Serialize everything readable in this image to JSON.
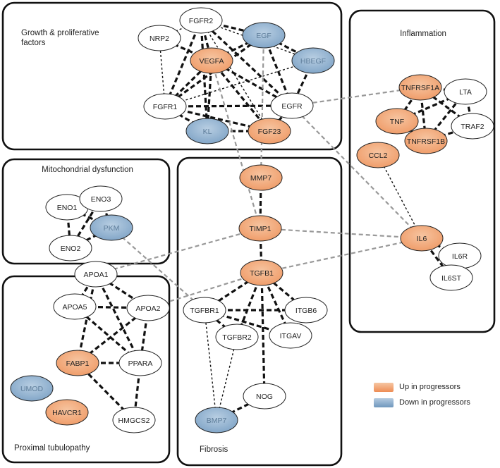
{
  "colors": {
    "up_fill": "#ef9a66",
    "down_fill": "#7ea3c6",
    "neutral_fill": "#ffffff",
    "solid_edge": "#111111",
    "cross_edge": "#999999"
  },
  "groups": [
    {
      "id": "growth",
      "title": [
        "Growth & proliferative",
        "factors"
      ]
    },
    {
      "id": "inflammation",
      "title": [
        "Inflammation"
      ]
    },
    {
      "id": "mito",
      "title": [
        "Mitochondrial dysfunction"
      ]
    },
    {
      "id": "fibrosis",
      "title": [
        "Fibrosis"
      ]
    },
    {
      "id": "proximal",
      "title": [
        "Proximal tubulopathy"
      ]
    }
  ],
  "nodes": [
    {
      "id": "NRP2",
      "status": "neutral"
    },
    {
      "id": "FGFR2",
      "status": "neutral"
    },
    {
      "id": "EGF",
      "status": "down"
    },
    {
      "id": "VEGFA",
      "status": "up"
    },
    {
      "id": "HBEGF",
      "status": "down"
    },
    {
      "id": "FGFR1",
      "status": "neutral"
    },
    {
      "id": "EGFR",
      "status": "neutral"
    },
    {
      "id": "KL",
      "status": "down"
    },
    {
      "id": "FGF23",
      "status": "up"
    },
    {
      "id": "TNFRSF1A",
      "status": "up"
    },
    {
      "id": "LTA",
      "status": "neutral"
    },
    {
      "id": "TNF",
      "status": "up"
    },
    {
      "id": "TRAF2",
      "status": "neutral"
    },
    {
      "id": "CCL2",
      "status": "up"
    },
    {
      "id": "TNFRSF1B",
      "status": "up"
    },
    {
      "id": "ENO1",
      "status": "neutral"
    },
    {
      "id": "ENO3",
      "status": "neutral"
    },
    {
      "id": "PKM",
      "status": "down"
    },
    {
      "id": "ENO2",
      "status": "neutral"
    },
    {
      "id": "MMP7",
      "status": "up"
    },
    {
      "id": "TIMP1",
      "status": "up"
    },
    {
      "id": "TGFB1",
      "status": "up"
    },
    {
      "id": "TGFBR1",
      "status": "neutral"
    },
    {
      "id": "ITGB6",
      "status": "neutral"
    },
    {
      "id": "TGFBR2",
      "status": "neutral"
    },
    {
      "id": "ITGAV",
      "status": "neutral"
    },
    {
      "id": "NOG",
      "status": "neutral"
    },
    {
      "id": "BMP7",
      "status": "down"
    },
    {
      "id": "IL6",
      "status": "up"
    },
    {
      "id": "IL6R",
      "status": "neutral"
    },
    {
      "id": "IL6ST",
      "status": "neutral"
    },
    {
      "id": "APOA1",
      "status": "neutral"
    },
    {
      "id": "APOA5",
      "status": "neutral"
    },
    {
      "id": "APOA2",
      "status": "neutral"
    },
    {
      "id": "FABP1",
      "status": "up"
    },
    {
      "id": "PPARA",
      "status": "neutral"
    },
    {
      "id": "UMOD",
      "status": "down"
    },
    {
      "id": "HAVCR1",
      "status": "up"
    },
    {
      "id": "HMGCS2",
      "status": "neutral"
    }
  ],
  "edges": [
    [
      "FGFR2",
      "EGF",
      "bold"
    ],
    [
      "FGFR2",
      "VEGFA",
      "bold"
    ],
    [
      "FGFR2",
      "NRP2",
      "thin"
    ],
    [
      "FGFR2",
      "HBEGF",
      "thin"
    ],
    [
      "FGFR2",
      "FGFR1",
      "bold"
    ],
    [
      "FGFR2",
      "EGFR",
      "bold"
    ],
    [
      "FGFR2",
      "KL",
      "bold"
    ],
    [
      "FGFR2",
      "FGF23",
      "thin"
    ],
    [
      "NRP2",
      "VEGFA",
      "bold"
    ],
    [
      "NRP2",
      "FGFR1",
      "thin"
    ],
    [
      "EGF",
      "VEGFA",
      "bold"
    ],
    [
      "EGF",
      "HBEGF",
      "bold"
    ],
    [
      "EGF",
      "EGFR",
      "bold"
    ],
    [
      "EGF",
      "FGFR1",
      "bold"
    ],
    [
      "VEGFA",
      "FGFR1",
      "bold"
    ],
    [
      "VEGFA",
      "EGFR",
      "bold"
    ],
    [
      "VEGFA",
      "KL",
      "bold"
    ],
    [
      "VEGFA",
      "FGF23",
      "bold"
    ],
    [
      "HBEGF",
      "EGFR",
      "bold"
    ],
    [
      "HBEGF",
      "FGFR1",
      "thin"
    ],
    [
      "FGFR1",
      "EGFR",
      "bold"
    ],
    [
      "FGFR1",
      "KL",
      "bold"
    ],
    [
      "FGFR1",
      "FGF23",
      "bold"
    ],
    [
      "EGFR",
      "FGF23",
      "bold"
    ],
    [
      "KL",
      "FGF23",
      "bold"
    ],
    [
      "TNFRSF1A",
      "LTA",
      "bold"
    ],
    [
      "TNFRSF1A",
      "TNF",
      "bold"
    ],
    [
      "TNFRSF1A",
      "TNFRSF1B",
      "bold"
    ],
    [
      "TNFRSF1A",
      "TRAF2",
      "bold"
    ],
    [
      "LTA",
      "TNF",
      "bold"
    ],
    [
      "LTA",
      "TNFRSF1B",
      "bold"
    ],
    [
      "LTA",
      "TRAF2",
      "bold"
    ],
    [
      "TNF",
      "TNFRSF1B",
      "bold"
    ],
    [
      "TNFRSF1B",
      "TRAF2",
      "bold"
    ],
    [
      "CCL2",
      "IL6",
      "thin"
    ],
    [
      "IL6",
      "IL6R",
      "bold"
    ],
    [
      "IL6",
      "IL6ST",
      "bold"
    ],
    [
      "IL6R",
      "IL6ST",
      "bold"
    ],
    [
      "ENO1",
      "ENO3",
      "bold"
    ],
    [
      "ENO1",
      "PKM",
      "bold"
    ],
    [
      "ENO1",
      "ENO2",
      "bold"
    ],
    [
      "ENO3",
      "PKM",
      "bold"
    ],
    [
      "ENO3",
      "ENO2",
      "bold"
    ],
    [
      "PKM",
      "ENO2",
      "bold"
    ],
    [
      "MMP7",
      "TIMP1",
      "bold"
    ],
    [
      "TIMP1",
      "TGFB1",
      "bold"
    ],
    [
      "TGFB1",
      "TGFBR1",
      "bold"
    ],
    [
      "TGFB1",
      "TGFBR2",
      "bold"
    ],
    [
      "TGFB1",
      "ITGB6",
      "bold"
    ],
    [
      "TGFB1",
      "ITGAV",
      "bold"
    ],
    [
      "TGFB1",
      "NOG",
      "bold"
    ],
    [
      "TGFBR1",
      "TGFBR2",
      "bold"
    ],
    [
      "TGFBR1",
      "ITGB6",
      "bold"
    ],
    [
      "TGFBR1",
      "ITGAV",
      "bold"
    ],
    [
      "TGFBR1",
      "BMP7",
      "thin"
    ],
    [
      "TGFBR2",
      "BMP7",
      "thin"
    ],
    [
      "ITGB6",
      "ITGAV",
      "bold"
    ],
    [
      "BMP7",
      "NOG",
      "bold"
    ],
    [
      "APOA1",
      "APOA5",
      "bold"
    ],
    [
      "APOA1",
      "APOA2",
      "bold"
    ],
    [
      "APOA1",
      "FABP1",
      "bold"
    ],
    [
      "APOA1",
      "PPARA",
      "bold"
    ],
    [
      "APOA5",
      "APOA2",
      "bold"
    ],
    [
      "APOA5",
      "PPARA",
      "bold"
    ],
    [
      "APOA2",
      "FABP1",
      "bold"
    ],
    [
      "APOA2",
      "PPARA",
      "bold"
    ],
    [
      "FABP1",
      "PPARA",
      "bold"
    ],
    [
      "FABP1",
      "HMGCS2",
      "bold"
    ],
    [
      "PPARA",
      "HMGCS2",
      "bold"
    ],
    [
      "EGFR",
      "TNFRSF1A",
      "cross"
    ],
    [
      "EGFR",
      "IL6",
      "cross"
    ],
    [
      "EGF",
      "MMP7",
      "cross"
    ],
    [
      "VEGFA",
      "TIMP1",
      "cross"
    ],
    [
      "TIMP1",
      "IL6",
      "cross"
    ],
    [
      "TGFB1",
      "IL6",
      "cross"
    ],
    [
      "TIMP1",
      "APOA1",
      "cross"
    ],
    [
      "TGFB1",
      "APOA2",
      "cross"
    ],
    [
      "PKM",
      "TGFBR1",
      "cross"
    ]
  ],
  "legend": [
    {
      "status": "up",
      "label": "Up in progressors"
    },
    {
      "status": "down",
      "label": "Down in progressors"
    }
  ]
}
